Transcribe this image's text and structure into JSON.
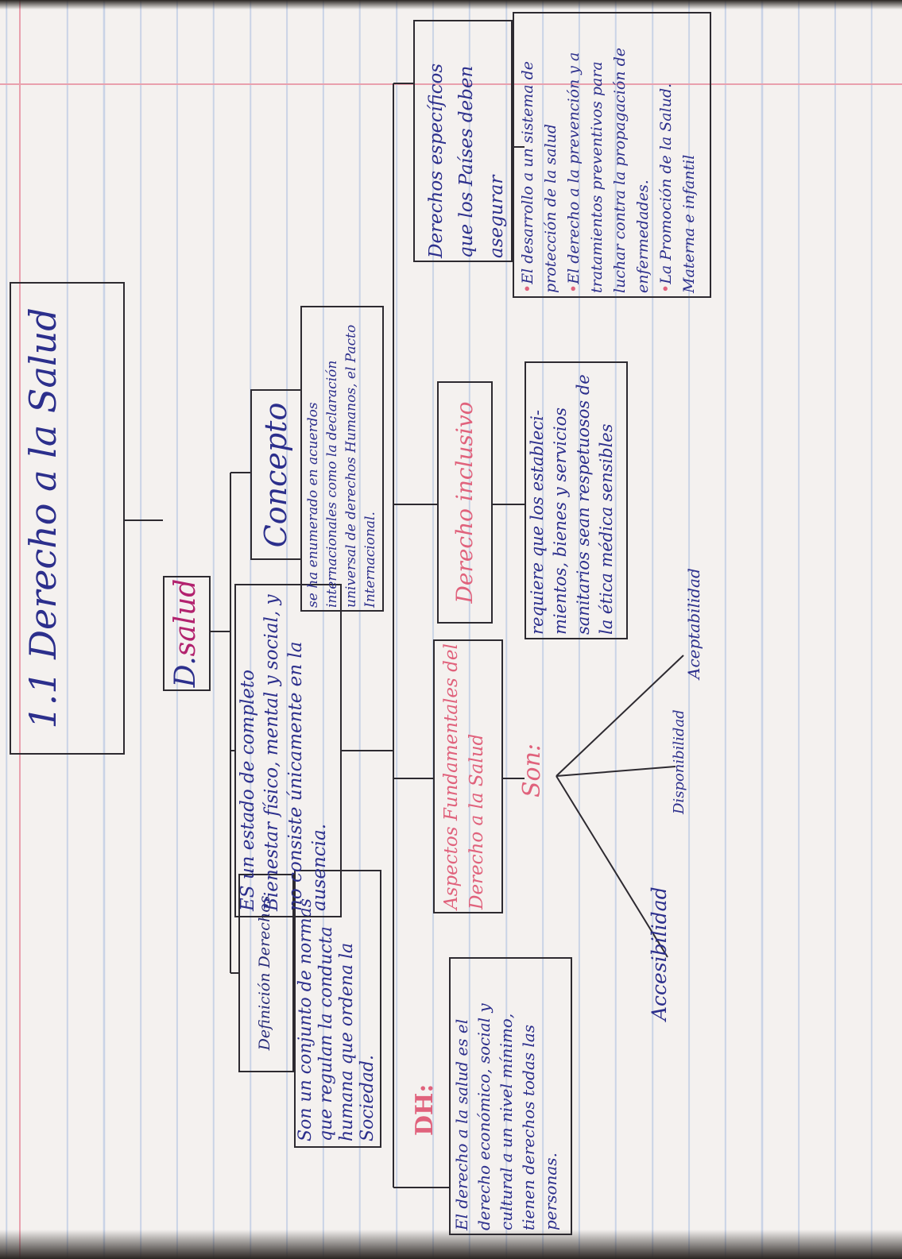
{
  "diagram": {
    "title": "1.1 Derecho a la Salud",
    "salud_label_prefix": "D.",
    "salud_label_rest": "salud",
    "definicion": {
      "label": "Definición Derechos",
      "text": "Son un conjunto de normas que regulan la conducta humana que ordena la Sociedad."
    },
    "salud_text": "ES un estado de completo Bienestar físico, mental y social, y no consiste únicamente en la ausencia.",
    "concepto": {
      "label": "Concepto",
      "text": "se ha enumerado en acuerdos internacionales como la declaración universal de derechos Humanos, el Pacto Internacional."
    },
    "dh": {
      "label": "DH:",
      "text": "El derecho a la salud es el derecho económico, social y cultural a un nivel mínimo, tienen derechos todas las personas."
    },
    "aspectos": {
      "label": "Aspectos Fundamentales del Derecho a la Salud",
      "son": "Son:",
      "items": [
        "Accesibilidad",
        "Disponibilidad",
        "Aceptabilidad"
      ]
    },
    "inclusivo": {
      "label": "Derecho inclusivo",
      "text": "requiere que los estableci-mientos, bienes y servicios sanitarios sean respetuosos de la ética médica sensibles"
    },
    "paises": {
      "label": "Derechos específicos que los Países deben asegurar",
      "items": [
        "El desarrollo a un sistema de protección de la salud",
        "El derecho a la prevención y a tratamientos preventivos para luchar contra la propagación de enfermedades.",
        "La Promoción de la Salud. Materna e infantil"
      ]
    },
    "colors": {
      "ink_blue": "#2c2f8c",
      "ink_pink": "#e0627c",
      "ink_magenta": "#b2226e",
      "pencil": "#2d2a30",
      "paper": "#f4f1ef",
      "rule_blue": "#c9d3e6",
      "margin_pink": "#e9a0ad"
    }
  }
}
